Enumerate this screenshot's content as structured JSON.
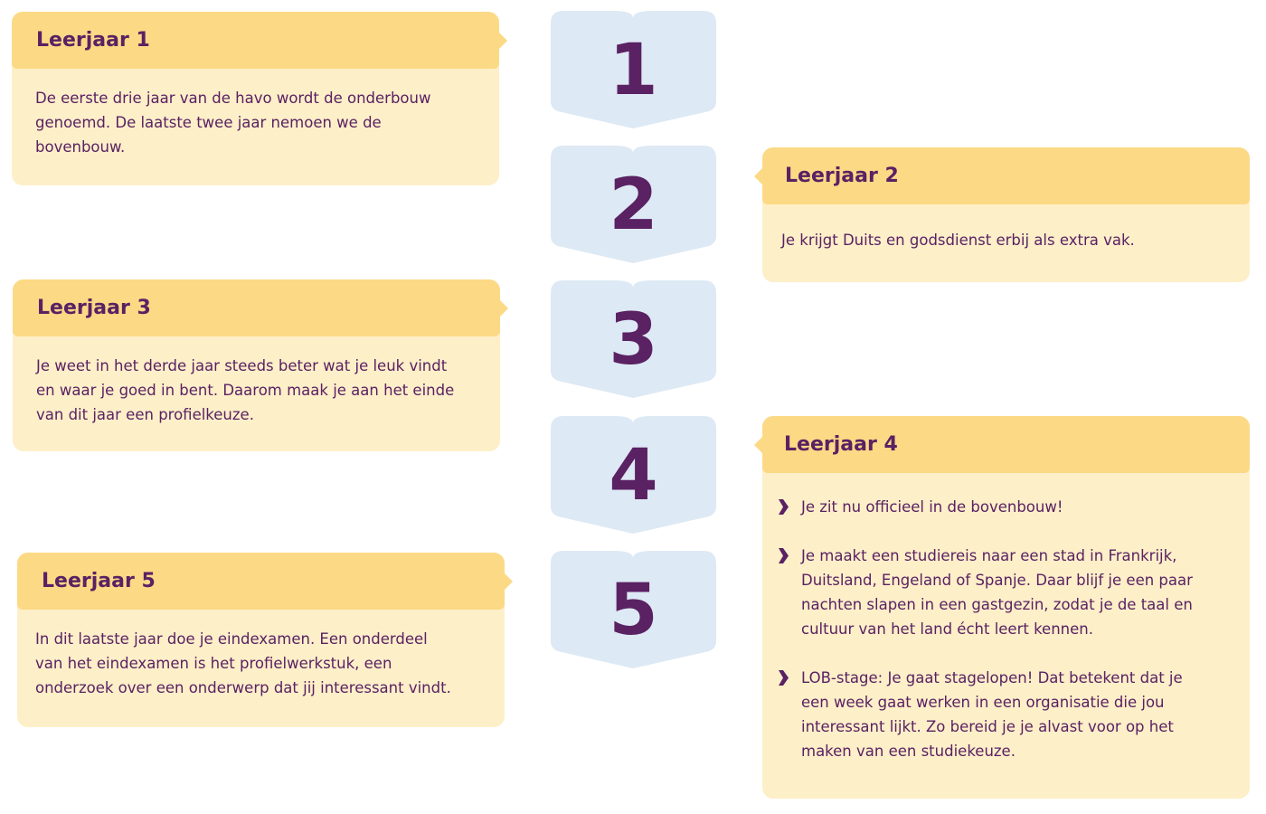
{
  "steps": [
    "1",
    "2",
    "3",
    "4",
    "5"
  ],
  "years": [
    {
      "title": "Leerjaar 1",
      "lines": [
        "De eerste drie jaar van de havo wordt de onderbouw",
        "genoemd. De laatste twee jaar nemoen we de",
        "bovenbouw."
      ]
    },
    {
      "title": "Leerjaar 2",
      "lines": [
        "Je krijgt Duits en godsdienst erbij als extra vak."
      ]
    },
    {
      "title": "Leerjaar 3",
      "lines": [
        "Je weet in het derde jaar steeds beter wat je leuk vindt",
        "en waar je goed in bent. Daarom maak je aan het einde",
        "van dit jaar een profielkeuze."
      ]
    },
    {
      "title": "Leerjaar 4",
      "bullets": [
        "Je zit nu officieel in de bovenbouw!",
        "Je maakt een studiereis naar een stad in Frankrijk, Duitsland, Engeland of Spanje. Daar blijf je een paar nachten slapen in een gastgezin, zodat je de taal en cultuur van het land écht leert kennen.",
        "LOB-stage: Je gaat stagelopen! Dat betekent dat je een week gaat werken in een organisatie die jou interessant lijkt. Zo bereid je je alvast voor op het maken van een studiekeuze."
      ]
    },
    {
      "title": "Leerjaar 5",
      "lines": [
        "In dit laatste jaar doe je eindexamen. Een onderdeel",
        "van het eindexamen is het profielwerkstuk, een",
        "onderzoek over een onderwerp dat jij interessant vindt."
      ]
    }
  ],
  "colors": {
    "header": "#fcd985",
    "card": "#fdefc8",
    "step": "#dde9f4",
    "text": "#5a2163"
  },
  "icons": {
    "bullet": "chevron-right-icon"
  }
}
